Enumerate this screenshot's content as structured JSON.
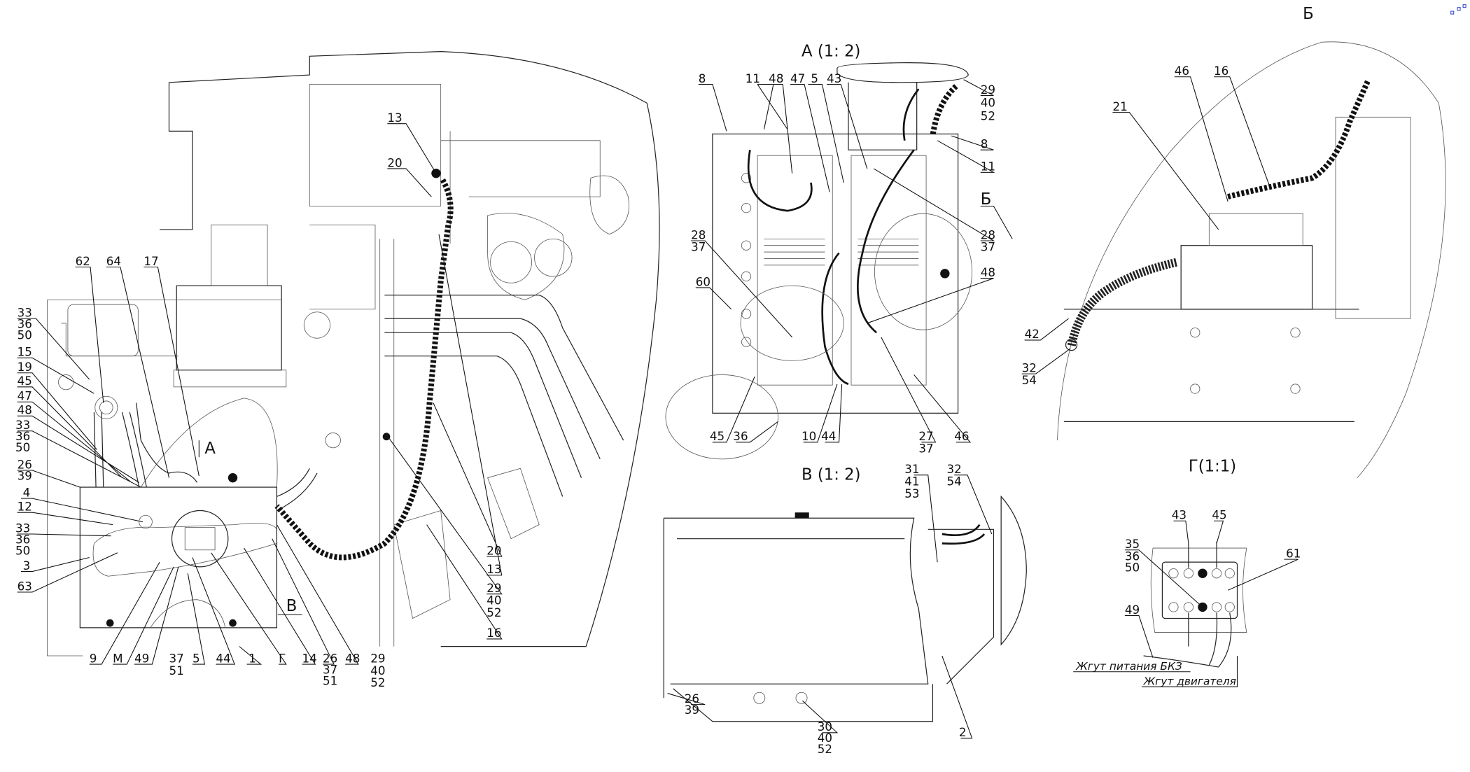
{
  "main": {
    "labels": [
      "13",
      "20",
      "62",
      "64",
      "17",
      "33",
      "36",
      "50",
      "15",
      "19",
      "45",
      "47",
      "48",
      "33",
      "36",
      "50",
      "26",
      "39",
      "4",
      "12",
      "33",
      "36",
      "50",
      "3",
      "63",
      "9",
      "М",
      "49",
      "37",
      "51",
      "5",
      "44",
      "1",
      "Г",
      "14",
      "26",
      "37",
      "51",
      "48",
      "29",
      "40",
      "52",
      "20",
      "13",
      "29",
      "40",
      "52",
      "16"
    ],
    "markers": [
      "А",
      "В"
    ]
  },
  "view_a": {
    "title": "А (1: 2)",
    "labels": [
      "8",
      "11",
      "48",
      "47",
      "5",
      "43",
      "29",
      "40",
      "52",
      "8",
      "11",
      "Б",
      "28",
      "37",
      "60",
      "28",
      "37",
      "48",
      "45",
      "36",
      "10",
      "44",
      "27",
      "37",
      "46"
    ]
  },
  "view_b": {
    "title": "Б",
    "labels": [
      "21",
      "46",
      "16",
      "42",
      "32",
      "54"
    ]
  },
  "view_v": {
    "title": "В (1: 2)",
    "labels": [
      "31",
      "41",
      "53",
      "32",
      "54",
      "26",
      "39",
      "30",
      "40",
      "52",
      "2"
    ]
  },
  "view_g": {
    "title": "Г(1:1)",
    "labels": [
      "43",
      "45",
      "35",
      "36",
      "50",
      "61",
      "49"
    ],
    "harness": [
      "Жгут питания БКЗ",
      "Жгут двигателя"
    ]
  },
  "colors": {
    "line": "#222222",
    "background": "#ffffff",
    "corner_mark": "#3344cc"
  }
}
